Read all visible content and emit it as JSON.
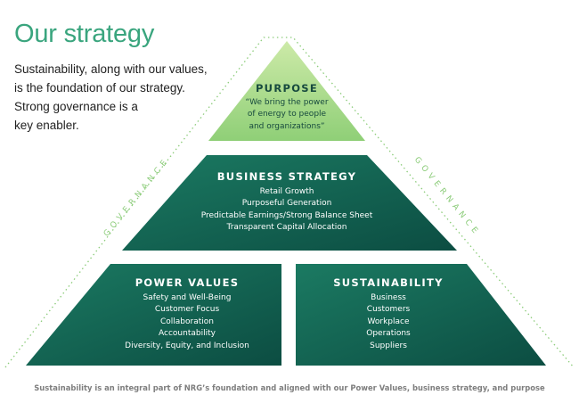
{
  "title": "Our strategy",
  "intro_lines": [
    "Sustainability, along with our values,",
    "is the foundation of our strategy.",
    "Strong governance is a",
    "key enabler."
  ],
  "governance_label": "GOVERNANCE",
  "purpose": {
    "heading": "PURPOSE",
    "lines": [
      "“We bring the power",
      "of energy to people",
      "and organizations”"
    ]
  },
  "business_strategy": {
    "heading": "BUSINESS STRATEGY",
    "items": [
      "Retail Growth",
      "Purposeful Generation",
      "Predictable Earnings/Strong Balance Sheet",
      "Transparent Capital Allocation"
    ]
  },
  "power_values": {
    "heading": "POWER VALUES",
    "items": [
      "Safety and Well-Being",
      "Customer Focus",
      "Collaboration",
      "Accountability",
      "Diversity, Equity, and Inclusion"
    ]
  },
  "sustainability": {
    "heading": "SUSTAINABILITY",
    "items": [
      "Business",
      "Customers",
      "Workplace",
      "Operations",
      "Suppliers"
    ]
  },
  "caption": "Sustainability is an integral part of NRG’s foundation and aligned with our Power Values, business strategy, and purpose",
  "colors": {
    "title": "#3aa57e",
    "purpose_top": "#cdeaa8",
    "purpose_bottom": "#8fcf77",
    "tier_dark": "#0c4d42",
    "tier_mid": "#1b7a62",
    "governance": "#8ccc7a"
  }
}
